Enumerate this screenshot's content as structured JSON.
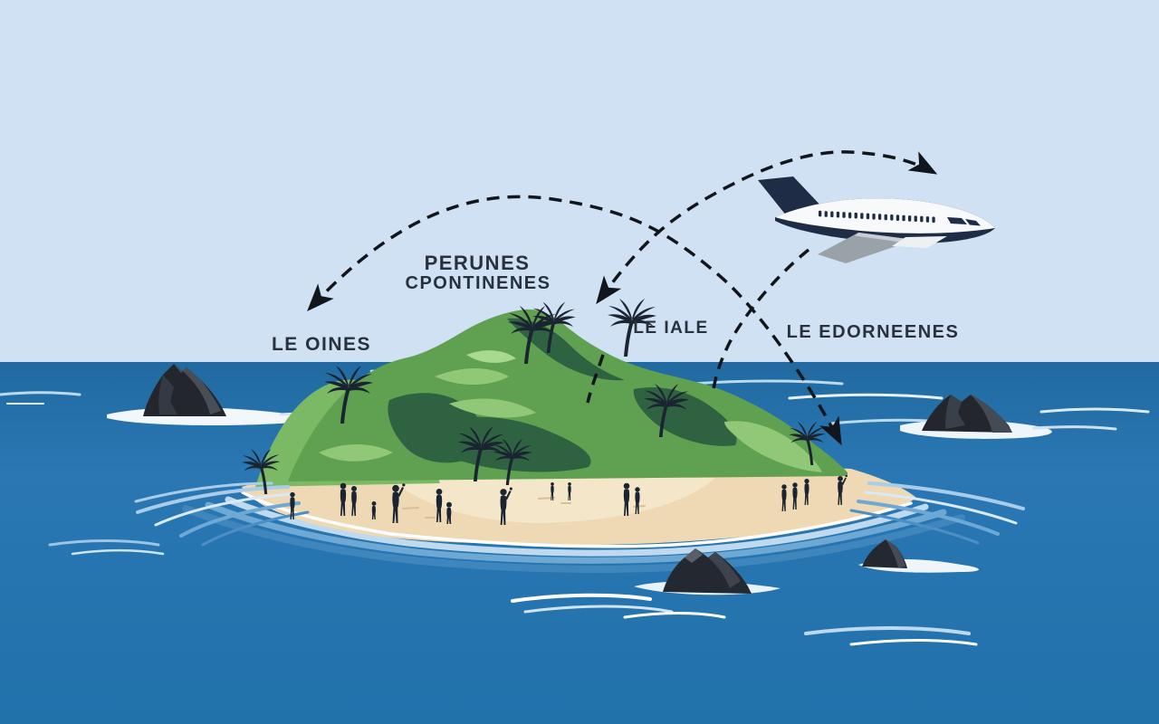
{
  "labels": {
    "arc_label_line1": "PERUNES",
    "arc_label_line2": "CPONTINENES",
    "left_label": "LE OINES",
    "island_label": "LE IALE",
    "right_label": "LE EDORNEENES"
  },
  "colors": {
    "sky": "#cfe1f2",
    "ocean": "#2573ae",
    "island_green": "#5fa150",
    "island_green_light": "#7cb965",
    "island_green_dark": "#2e6241",
    "beach_sand": "#eed9b4",
    "silhouette": "#1b2431",
    "rock_dark": "#23262d",
    "plane_navy": "#1f2c45",
    "plane_white": "#f7f9fb",
    "wing_grey": "#99a1a9",
    "arrow": "#11161d",
    "label_text": "#28313e",
    "wave_light": "#a7cce9",
    "foam_white": "#ffffff"
  },
  "icons": {
    "airplane-icon": "white jet with navy belly and tail, flying right",
    "palm-tree-icon": "dark palm tree silhouette",
    "person-icon": "dark standing person silhouette",
    "rock-icon": "dark faceted sea rock with foam",
    "dashed-arrow-icon": "black dashed curved arrow with solid dart head"
  }
}
